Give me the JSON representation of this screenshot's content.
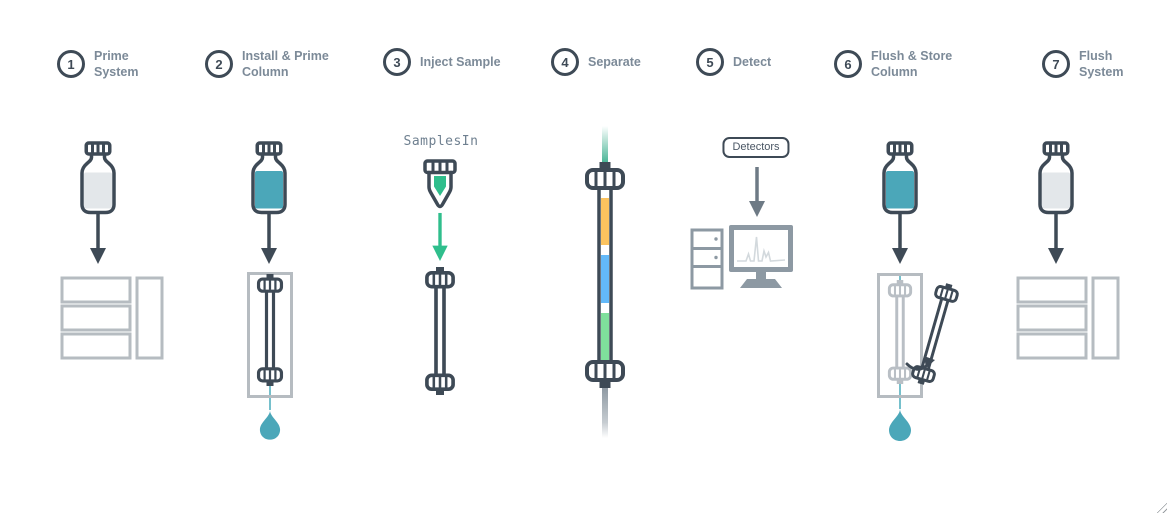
{
  "steps": [
    {
      "num": "1",
      "label": "Prime\nSystem"
    },
    {
      "num": "2",
      "label": "Install & Prime\nColumn"
    },
    {
      "num": "3",
      "label": "Inject Sample"
    },
    {
      "num": "4",
      "label": "Separate"
    },
    {
      "num": "5",
      "label": "Detect"
    },
    {
      "num": "6",
      "label": "Flush & Store\nColumn"
    },
    {
      "num": "7",
      "label": "Flush\nSystem"
    }
  ],
  "annotations": {
    "samples_in": "SamplesIn",
    "detectors": "Detectors"
  },
  "colors": {
    "outline_dark": "#3E4A56",
    "step_label_gray": "#7C8A98",
    "icon_gray_light": "#B6BCC1",
    "ghost_column_gray": "#B9BFC5",
    "computer_gray": "#8D99A3",
    "detect_arrow_gray": "#6E7A85",
    "solvent_teal": "#4BA7B9",
    "teal_flow_line": "#76C0CC",
    "sample_green": "#2FBE8C",
    "band_orange": "#FBC35F",
    "band_blue": "#63B9F9",
    "band_green": "#7FDF9C",
    "bottle_fill_light": "#E3E7EA",
    "chromatogram_trace": "#D3D9DD"
  }
}
